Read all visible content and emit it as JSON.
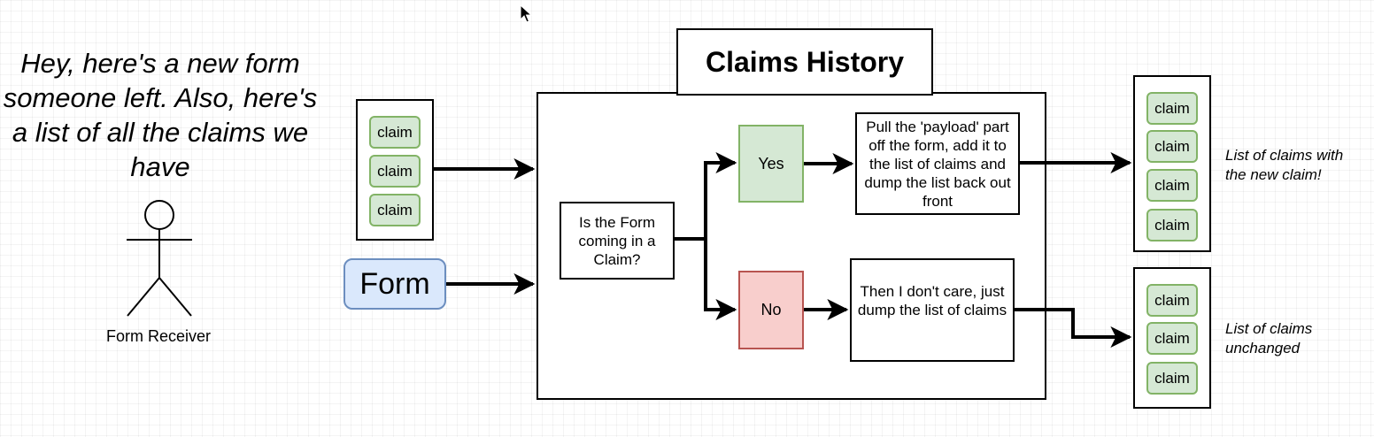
{
  "speech_text": "Hey, here's a new form someone left.  Also, here's a list of all the claims we have",
  "actor_label": "Form Receiver",
  "input_claims": [
    "claim",
    "claim",
    "claim"
  ],
  "form_label": "Form",
  "reducer_title": "Claims History",
  "decision_text": "Is the Form coming in a Claim?",
  "yes_label": "Yes",
  "no_label": "No",
  "yes_action_text": "Pull the 'payload' part off the form, add it to the list of claims and dump the list back out front",
  "no_action_text": "Then I don't care, just dump the list of claims",
  "output_new_claims": [
    "claim",
    "claim",
    "claim",
    "claim"
  ],
  "output_new_caption": "List of claims with the new claim!",
  "output_unchanged_claims": [
    "claim",
    "claim",
    "claim"
  ],
  "output_unchanged_caption": "List of claims unchanged",
  "colors": {
    "claim_fill": "#d5e8d4",
    "claim_stroke": "#82b366",
    "form_fill": "#dae8fc",
    "form_stroke": "#6c8ebf",
    "no_fill": "#f8cecc",
    "no_stroke": "#b85450"
  }
}
